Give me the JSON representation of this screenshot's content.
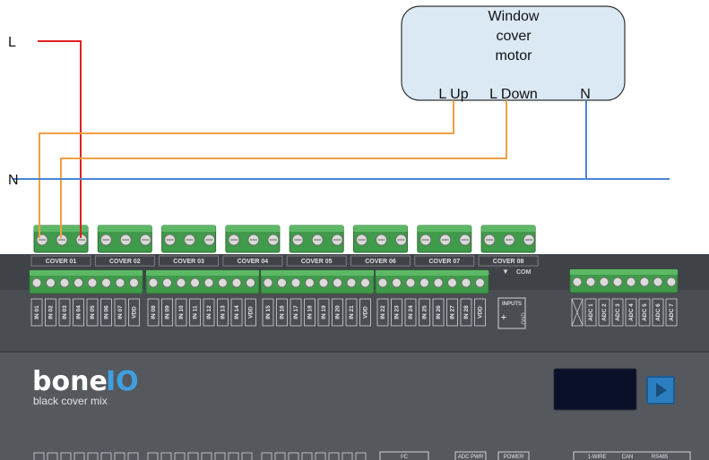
{
  "wiring": {
    "line_label": "L",
    "neutral_label": "N",
    "colors": {
      "live": "#e02020",
      "motor_up": "#f0a040",
      "motor_down": "#f0a040",
      "neutral": "#4a86d8"
    }
  },
  "motor": {
    "title_line1": "Window",
    "title_line2": "cover",
    "title_line3": "motor",
    "terminal_up": "L Up",
    "terminal_down": "L Down",
    "terminal_n": "N"
  },
  "device": {
    "brand": "boneIO",
    "brand_main": "bone",
    "brand_io": "IO",
    "subtitle": "black cover mix",
    "cover_labels": [
      "COVER 01",
      "COVER 02",
      "COVER 03",
      "COVER 04",
      "COVER 05",
      "COVER 06",
      "COVER 07",
      "COVER 08"
    ],
    "com_label": "COM",
    "inputs_label": "INPUTS",
    "gnd_label": "GND",
    "input_group1": [
      "IN 01",
      "IN 02",
      "IN 03",
      "IN 04",
      "IN 05",
      "IN 06",
      "IN 07",
      "VDD"
    ],
    "input_group2": [
      "IN 08",
      "IN 09",
      "IN 10",
      "IN 11",
      "IN 12",
      "IN 13",
      "IN 14",
      "VDD"
    ],
    "input_group3": [
      "IN 15",
      "IN 16",
      "IN 17",
      "IN 18",
      "IN 19",
      "IN 20",
      "IN 21",
      "VDD"
    ],
    "input_group4": [
      "IN 22",
      "IN 23",
      "IN 24",
      "IN 25",
      "IN 26",
      "IN 27",
      "IN 28",
      "VDD"
    ],
    "adc_labels": [
      "ADC 1",
      "ADC 2",
      "ADC 3",
      "ADC 4",
      "ADC 5",
      "ADC 6",
      "ADC 7"
    ],
    "bottom_labels": {
      "i2c": "I²C",
      "adc_pwr": "ADC PWR",
      "power": "POWER",
      "one_wire": "1-WIRE",
      "can": "CAN",
      "rs485": "RS485"
    },
    "colors": {
      "body": "#4a4d52",
      "body_dark": "#3a3d42",
      "terminal_green": "#3f9a4a",
      "display": "#0a0f2a",
      "button": "#2b7fc0"
    }
  }
}
